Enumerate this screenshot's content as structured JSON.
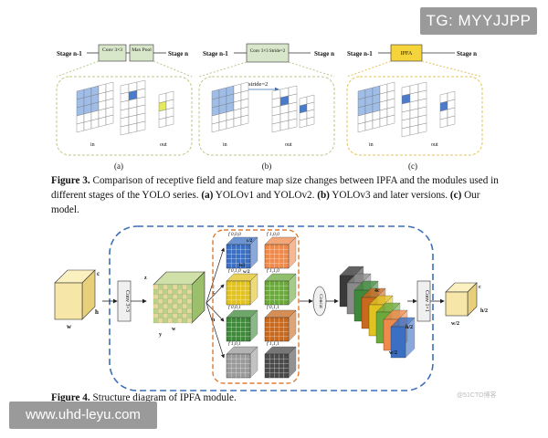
{
  "overlays": {
    "tag": "TG: MYYJJPP",
    "url": "www.uhd-leyu.com"
  },
  "fig3": {
    "panels": [
      {
        "letter": "(a)",
        "stage_in": "Stage n-1",
        "stage_out": "Stage n",
        "blocks": [
          "Conv 3×3",
          "Max Pool"
        ],
        "in": "in",
        "out": "out"
      },
      {
        "letter": "(b)",
        "stage_in": "Stage n-1",
        "stage_out": "Stage n",
        "blocks": [
          "Conv 3×3 Stride=2"
        ],
        "annotation": "stride=2",
        "in": "in",
        "out": "out"
      },
      {
        "letter": "(c)",
        "stage_in": "Stage n-1",
        "stage_out": "Stage n",
        "blocks": [
          "IPFA"
        ],
        "in": "in",
        "out": "out"
      }
    ],
    "caption_label": "Figure 3.",
    "caption_text": "Comparison of receptive field and feature map size changes between IPFA and the modules used in different stages of the YOLO series.",
    "caption_a": "(a)",
    "caption_a_text": "YOLOv1 and YOLOv2.",
    "caption_b": "(b)",
    "caption_b_text": "YOLOv3 and later versions.",
    "caption_c": "(c)",
    "caption_c_text": "Our model."
  },
  "fig4": {
    "input_labels": {
      "c": "c",
      "h": "h",
      "w": "w"
    },
    "conv1": "Conv 3×3",
    "cube_labels": {
      "z": "z",
      "x": "x",
      "y": "y",
      "c": "c",
      "h": "h",
      "w": "w"
    },
    "sub_features_left": [
      "f 0,0,0",
      "f 0,1,0",
      "f 0,0,1",
      "f 1,0,1"
    ],
    "sub_features_right": [
      "f 1,0,0",
      "f 1,1,0",
      "f 0,1,1",
      "f 1,1,1"
    ],
    "sub_dims": {
      "c": "c/2",
      "h": "h/2",
      "w": "w/2"
    },
    "concat": "Concat",
    "stack_labels": {
      "c": "4c",
      "h": "h/2",
      "w": "w/2"
    },
    "conv2": "Conv 1×1",
    "output_labels": {
      "c": "c",
      "h": "h/2",
      "w": "w/2"
    },
    "caption_label": "Figure 4.",
    "caption_text": "Structure diagram of IPFA module.",
    "watermark": "@51CTO博客",
    "colors": {
      "cubes": [
        "#3b6fc4",
        "#f08a4b",
        "#e2c21f",
        "#6aaa3a",
        "#3f8a3a",
        "#c8691e",
        "#9a9a9a",
        "#4a4a4a"
      ],
      "stack": [
        "#3a3a3a",
        "#8a8a8a",
        "#3f8a3a",
        "#c8691e",
        "#e2c21f",
        "#6aaa3a",
        "#f08a4b",
        "#3b6fc4"
      ],
      "yellow": "#f6e6a8",
      "dash_blue": "#3d6fb7",
      "dash_orange": "#e07b2f",
      "dash_green": "#b9c98a",
      "dash_gold": "#e0c45a"
    }
  }
}
